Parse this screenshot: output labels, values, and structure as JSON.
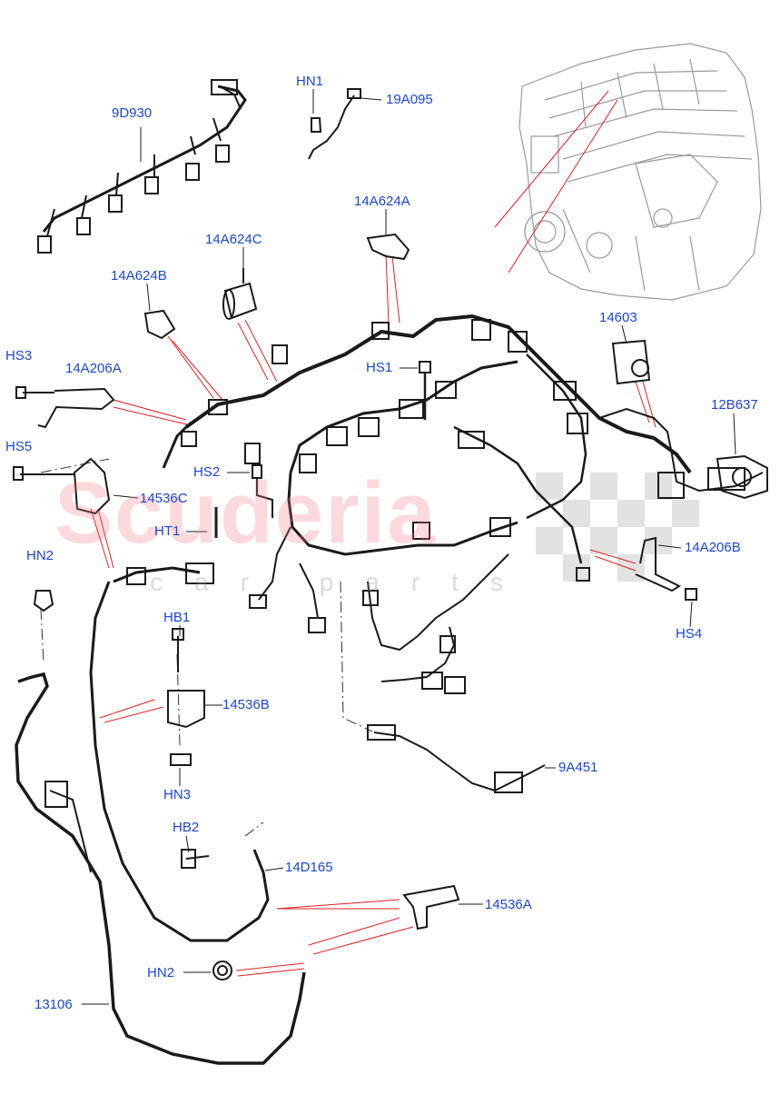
{
  "labels": {
    "9D930": "9D930",
    "HN1": "HN1",
    "19A095": "19A095",
    "14A624A": "14A624A",
    "14A624C": "14A624C",
    "14A624B": "14A624B",
    "14603": "14603",
    "HS3": "HS3",
    "14A206A": "14A206A",
    "HS1": "HS1",
    "12B637": "12B637",
    "HS5": "HS5",
    "HS2": "HS2",
    "14536C": "14536C",
    "HT1": "HT1",
    "HN2_top": "HN2",
    "14A206B": "14A206B",
    "HS4": "HS4",
    "HB1": "HB1",
    "14536B": "14536B",
    "HN3": "HN3",
    "9A451": "9A451",
    "HB2": "HB2",
    "14D165": "14D165",
    "14536A": "14536A",
    "HN2_bottom": "HN2",
    "13106": "13106"
  },
  "watermark": {
    "brand": "Scuderia",
    "sub": "car parts"
  },
  "colors": {
    "label": "#1a46d6",
    "leader": "#e02020",
    "line": "#1a1a1a",
    "engine": "#9a9a9a"
  }
}
